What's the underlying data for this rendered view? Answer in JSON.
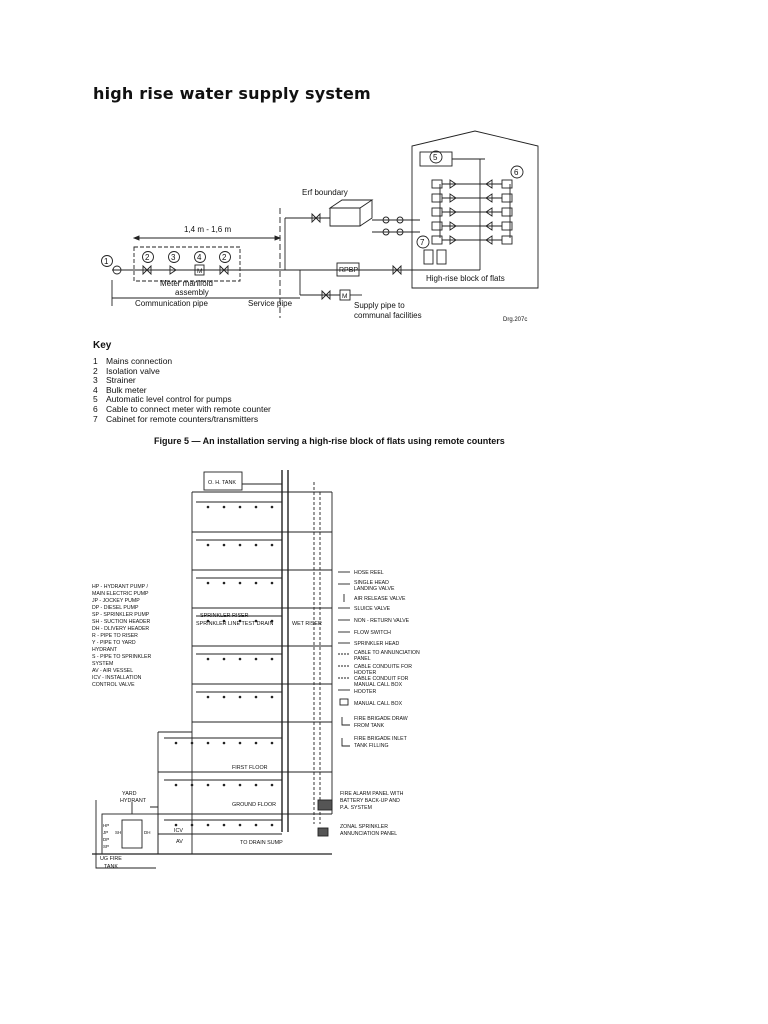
{
  "page": {
    "title": "high rise water supply system"
  },
  "figure1": {
    "labels": {
      "erf_boundary": "Erf boundary",
      "dimension": "1,4 m - 1,6 m",
      "meter_manifold": "Meter manifold",
      "assembly": "assembly",
      "communication_pipe": "Communication pipe",
      "service_pipe": "Service pipe",
      "rpbp": "RPBP",
      "highrise_block": "High-rise block of flats",
      "supply_pipe": "Supply pipe to",
      "communal_facilities": "communal facilities",
      "drg": "Drg.207c",
      "meter_symbol": "M"
    },
    "callouts": [
      "1",
      "2",
      "3",
      "4",
      "2",
      "5",
      "6",
      "7"
    ]
  },
  "key": {
    "heading": "Key",
    "items": [
      {
        "num": "1",
        "text": "Mains connection"
      },
      {
        "num": "2",
        "text": "Isolation valve"
      },
      {
        "num": "3",
        "text": "Strainer"
      },
      {
        "num": "4",
        "text": "Bulk meter"
      },
      {
        "num": "5",
        "text": "Automatic level control for pumps"
      },
      {
        "num": "6",
        "text": "Cable to connect meter with remote counter"
      },
      {
        "num": "7",
        "text": "Cabinet for remote counters/transmitters"
      }
    ]
  },
  "figure1_caption": "Figure 5 — An installation serving a high-rise block of flats using remote counters",
  "figure2": {
    "oh_tank": "O. H. TANK",
    "sprinkler_riser": "SPRINKLER RISER",
    "sprinkler_line_test_drain": "SPRINKLER LINE TEST DRAIN",
    "wet_riser": "WET RISER",
    "first_floor": "FIRST FLOOR",
    "ground_floor": "GROUND FLOOR",
    "to_drain_sump": "TO DRAIN SUMP",
    "yard": "YARD",
    "hydrant": "HYDRANT",
    "icv": "ICV",
    "av": "AV",
    "ug_fire": "UG FIRE",
    "tank": "TANK",
    "pump_codes": [
      "HP",
      "JP",
      "DP",
      "SP",
      "SH",
      "DH"
    ],
    "left_legend": [
      "HP  - HYDRANT PUMP /",
      "       MAIN ELECTRIC PUMP",
      "JP  - JOCKEY PUMP",
      "DP  - DIESEL PUMP",
      "SP  - SPRINKLER PUMP",
      "SH  - SUCTION HEADER",
      "DH  - DLIVERY HEADER",
      "R    - PIPE TO RISER",
      "Y    - PIPE TO YARD",
      "        HYDRANT",
      "S    - PIPE TO SPRINKLER",
      "        SYSTEM",
      "AV  - AIR VESSEL",
      "ICV - INSTALLATION",
      "        CONTROL VALVE"
    ],
    "right_legend": [
      "HOSE REEL",
      "SINGLE HEAD",
      "LANDING VALVE",
      "AIR RELEASE VALVE",
      "SLUICE VALVE",
      "NON - RETURN VALVE",
      "FLOW SWITCH",
      "SPRINKLER HEAD",
      "CABLE TO ANNUNCIATION",
      "PANEL",
      "CABLE CONDUITE FOR",
      "HOOTER",
      "CABLE CONDUIT FOR",
      "MANUAL CALL BOX",
      "HOOTER",
      "MANUAL CALL BOX",
      "FIRE BRIGADE DRAW",
      "FROM TANK",
      "FIRE BRIGADE INLET",
      "TANK FILLING"
    ],
    "fire_alarm_panel": [
      "FIRE ALARM PANEL WITH",
      "BATTERY BACK-UP AND",
      "P.A. SYSTEM"
    ],
    "zonal_panel": [
      "ZONAL SPRINKLER",
      "ANNUNCIATION PANEL"
    ]
  }
}
